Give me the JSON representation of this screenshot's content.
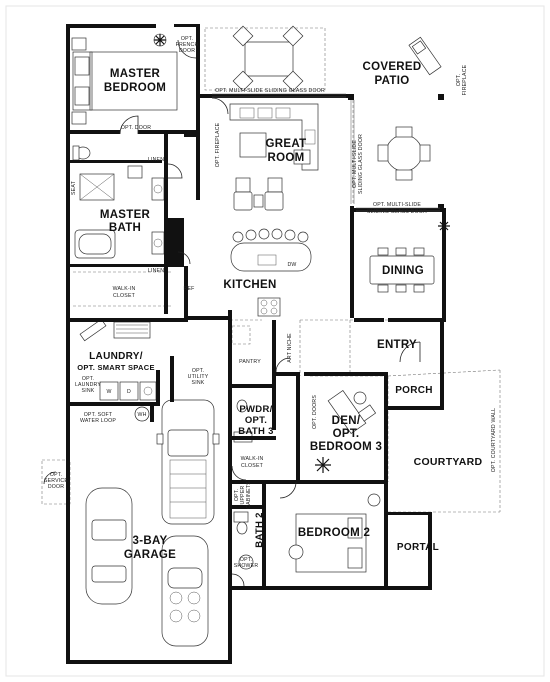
{
  "rooms": {
    "master_bedroom": [
      "MASTER",
      "BEDROOM"
    ],
    "covered_patio": [
      "COVERED",
      "PATIO"
    ],
    "great_room": [
      "GREAT",
      "ROOM"
    ],
    "master_bath": [
      "MASTER",
      "BATH"
    ],
    "kitchen": "KITCHEN",
    "dining": "DINING",
    "laundry": [
      "LAUNDRY/",
      "OPT. SMART SPACE"
    ],
    "entry": "ENTRY",
    "porch": "PORCH",
    "pwdr": [
      "PWDR/",
      "OPT.",
      "BATH 3"
    ],
    "den": [
      "DEN/",
      "OPT.",
      "BEDROOM 3"
    ],
    "courtyard": "COURTYARD",
    "garage": [
      "3-BAY",
      "GARAGE"
    ],
    "bath2": "BATH 2",
    "bedroom2": "BEDROOM 2",
    "portal": "PORTAL"
  },
  "notes": {
    "opt_french_door": [
      "OPT.",
      "FRENCH",
      "DOOR"
    ],
    "opt_fireplace_patio": [
      "OPT.",
      "FIREPLACE"
    ],
    "opt_multi_slide_top": "OPT. MULTI-SLIDE SLIDING GLASS DOOR",
    "opt_door": "OPT. DOOR",
    "linen_1": "LINEN",
    "opt_fireplace_great": "OPT. FIREPLACE",
    "opt_multi_slide_vertical": [
      "OPT. MULTI-SLIDE",
      "SLIDING GLASS DOOR"
    ],
    "opt_multi_slide_right": [
      "OPT. MULTI-SLIDE",
      "SLIDING GLASS DOOR"
    ],
    "seat": "SEAT",
    "dw": "DW",
    "linen_2": "LINEN",
    "ref": "REF",
    "walk_in_closet_master": [
      "WALK-IN",
      "CLOSET"
    ],
    "pantry": "PANTRY",
    "art_niche": "ART NICHE",
    "opt_laundry_sink": [
      "OPT.",
      "LAUNDRY",
      "SINK"
    ],
    "washer": "W",
    "dryer": "D",
    "opt_utility_sink": [
      "OPT.",
      "UTILITY",
      "SINK"
    ],
    "wh": "WH",
    "opt_soft_water_loop": [
      "OPT. SOFT",
      "WATER LOOP"
    ],
    "opt_doors": "OPT. DOORS",
    "walk_in_closet_2": [
      "WALK-IN",
      "CLOSET"
    ],
    "opt_upper_cabinets": [
      "OPT.",
      "UPPER",
      "CABINETS"
    ],
    "opt_courtyard_wall": "OPT. COURTYARD WALL",
    "opt_service_door": [
      "OPT.",
      "SERVICE",
      "DOOR"
    ],
    "opt_shower": [
      "OPT.",
      "SHOWER"
    ]
  },
  "colors": {
    "wall": "#111111",
    "line": "#222222",
    "fill": "#ffffff",
    "shade": "#d9d9d9"
  }
}
